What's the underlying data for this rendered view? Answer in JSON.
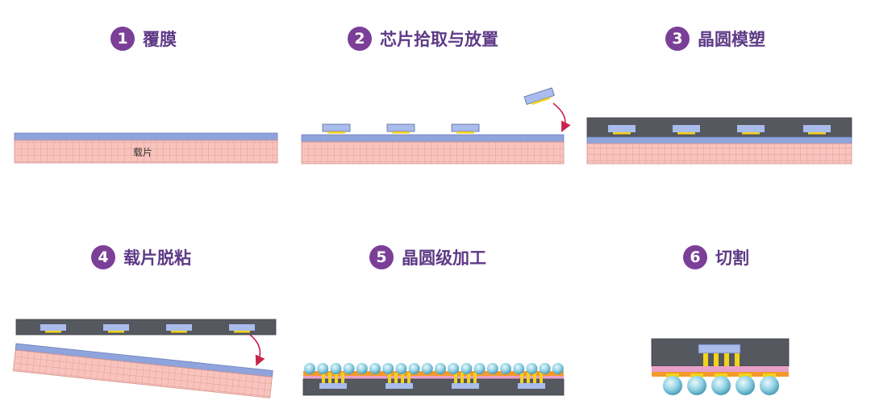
{
  "steps": [
    {
      "num": "1",
      "label": "覆膜"
    },
    {
      "num": "2",
      "label": "芯片拾取与放置"
    },
    {
      "num": "3",
      "label": "晶圆模塑"
    },
    {
      "num": "4",
      "label": "载片脱粘"
    },
    {
      "num": "5",
      "label": "晶圆级加工"
    },
    {
      "num": "6",
      "label": "切割"
    }
  ],
  "carrier_label": "载片",
  "colors": {
    "accent_purple": "#7b3f98",
    "title_purple": "#5e3a86",
    "carrier_pink": "#f8c4bd",
    "carrier_grid": "#d6948c",
    "film_blue": "#8fa4dd",
    "mold_dark": "#55585f",
    "die_blue": "#a9bcec",
    "bump_yellow": "#f2d31b",
    "solder_ball": "#7fc6dc",
    "orange_layer": "#f39a2c",
    "arrow_red": "#c8234d"
  }
}
